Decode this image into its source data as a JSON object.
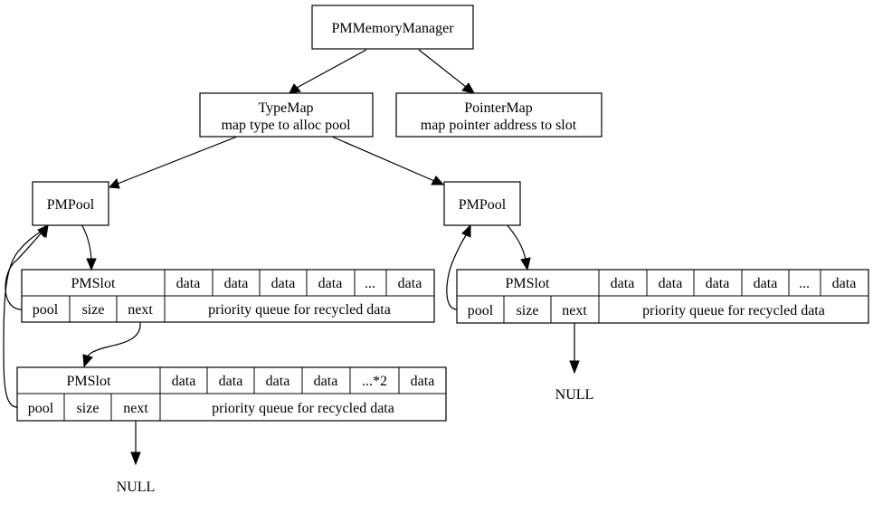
{
  "nodes": {
    "manager": {
      "label": "PMMemoryManager"
    },
    "typemap": {
      "title": "TypeMap",
      "subtitle": "map type to alloc pool"
    },
    "pointermap": {
      "title": "PointerMap",
      "subtitle": "map pointer address to slot"
    },
    "pool_left": {
      "label": "PMPool"
    },
    "pool_right": {
      "label": "PMPool"
    }
  },
  "slots": {
    "slot_left_1": {
      "title": "PMSlot",
      "data_cells": [
        "data",
        "data",
        "data",
        "data",
        "...",
        "data"
      ],
      "fields": [
        "pool",
        "size",
        "next"
      ],
      "queue": "priority queue for recycled data"
    },
    "slot_left_2": {
      "title": "PMSlot",
      "data_cells": [
        "data",
        "data",
        "data",
        "data",
        "...*2",
        "data"
      ],
      "fields": [
        "pool",
        "size",
        "next"
      ],
      "queue": "priority queue for recycled data"
    },
    "slot_right": {
      "title": "PMSlot",
      "data_cells": [
        "data",
        "data",
        "data",
        "data",
        "...",
        "data"
      ],
      "fields": [
        "pool",
        "size",
        "next"
      ],
      "queue": "priority queue for recycled data"
    }
  },
  "terminals": {
    "null_left": "NULL",
    "null_right": "NULL"
  },
  "edges": [
    {
      "from": "PMMemoryManager",
      "to": "TypeMap"
    },
    {
      "from": "PMMemoryManager",
      "to": "PointerMap"
    },
    {
      "from": "TypeMap",
      "to": "PMPool (left)"
    },
    {
      "from": "TypeMap",
      "to": "PMPool (right)"
    },
    {
      "from": "PMPool (left)",
      "to": "PMSlot 1 (left)"
    },
    {
      "from": "PMSlot 1 (left).pool",
      "to": "PMPool (left)"
    },
    {
      "from": "PMSlot 1 (left).next",
      "to": "PMSlot 2 (left)"
    },
    {
      "from": "PMSlot 2 (left).pool",
      "to": "PMPool (left)"
    },
    {
      "from": "PMSlot 2 (left).next",
      "to": "NULL (left)"
    },
    {
      "from": "PMPool (right)",
      "to": "PMSlot (right)"
    },
    {
      "from": "PMSlot (right).pool",
      "to": "PMPool (right)"
    },
    {
      "from": "PMSlot (right).next",
      "to": "NULL (right)"
    }
  ]
}
